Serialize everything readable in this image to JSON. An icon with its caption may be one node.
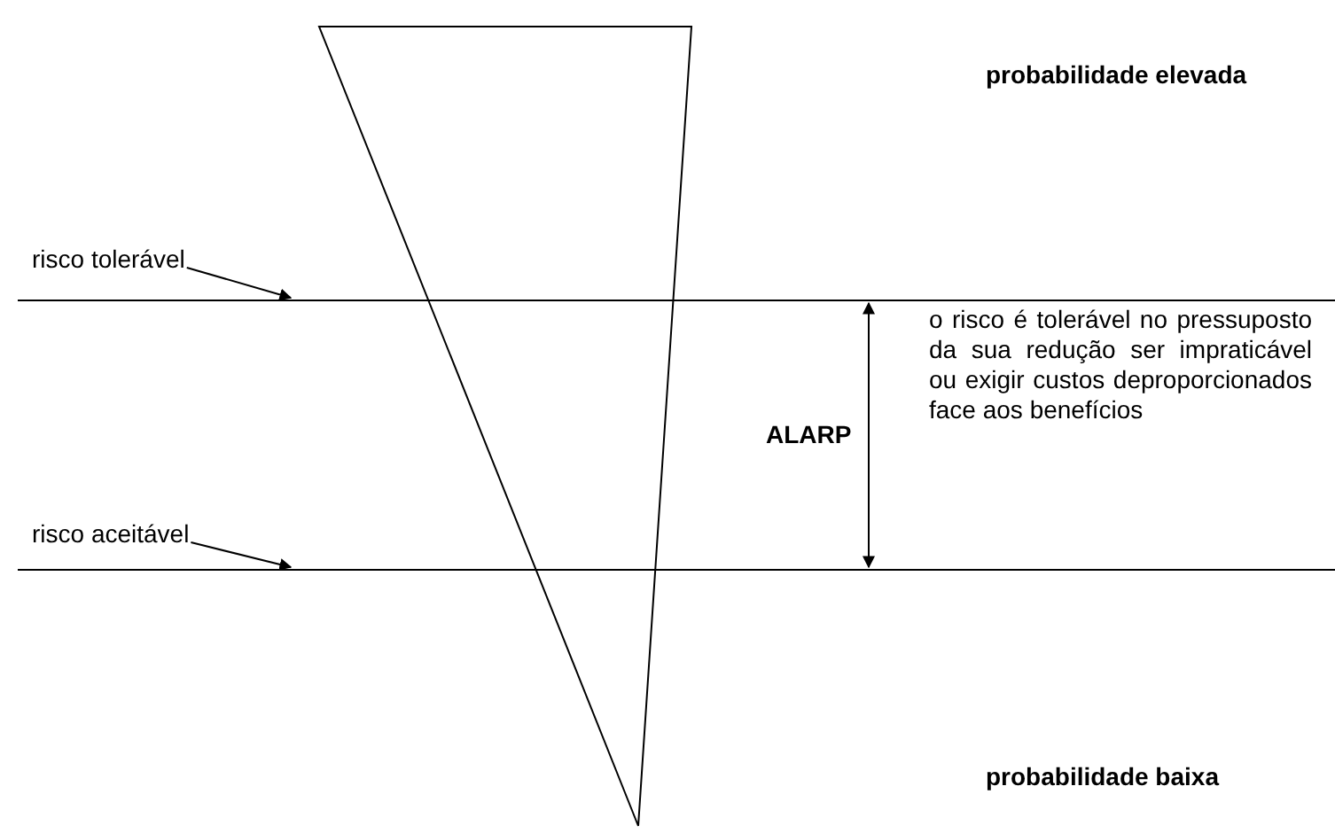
{
  "diagram": {
    "nodes": [
      {
        "text": [],
        "shape": "triangle"
      },
      {
        "text": [
          "risco tolerável"
        ]
      },
      {
        "text": [],
        "shape": "line"
      },
      {
        "text": [
          "risco aceitável"
        ]
      },
      {
        "text": [],
        "shape": "line"
      }
    ],
    "edges": [
      {
        "from": 1,
        "to": 2,
        "arrow": "to"
      },
      {
        "from": 3,
        "to": 4,
        "arrow": "to"
      },
      {
        "from": 2,
        "to": 4,
        "arrow": "both",
        "label": "ALARP"
      }
    ],
    "labels": [
      "probabilidade elevada",
      "o risco é tolerável no pressuposto da sua redução ser impraticável ou exigir custos deproporcionados face aos benefícios",
      "probabilidade baixa"
    ]
  }
}
